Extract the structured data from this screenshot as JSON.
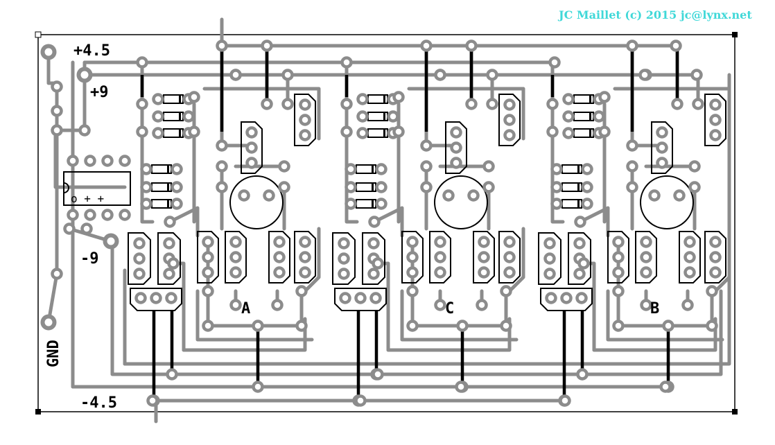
{
  "credit": "JC Maillet (c) 2015 jc@lynx.net",
  "labels": {
    "pos45": "+4.5",
    "pos9": "+9",
    "neg9": "-9",
    "gnd": "GND",
    "neg45": "-4.5"
  },
  "channels": [
    "A",
    "C",
    "B"
  ],
  "colors": {
    "trace": "#8c8c8c",
    "jumper": "#000000",
    "credit": "#40d8d8",
    "background": "#ffffff"
  }
}
